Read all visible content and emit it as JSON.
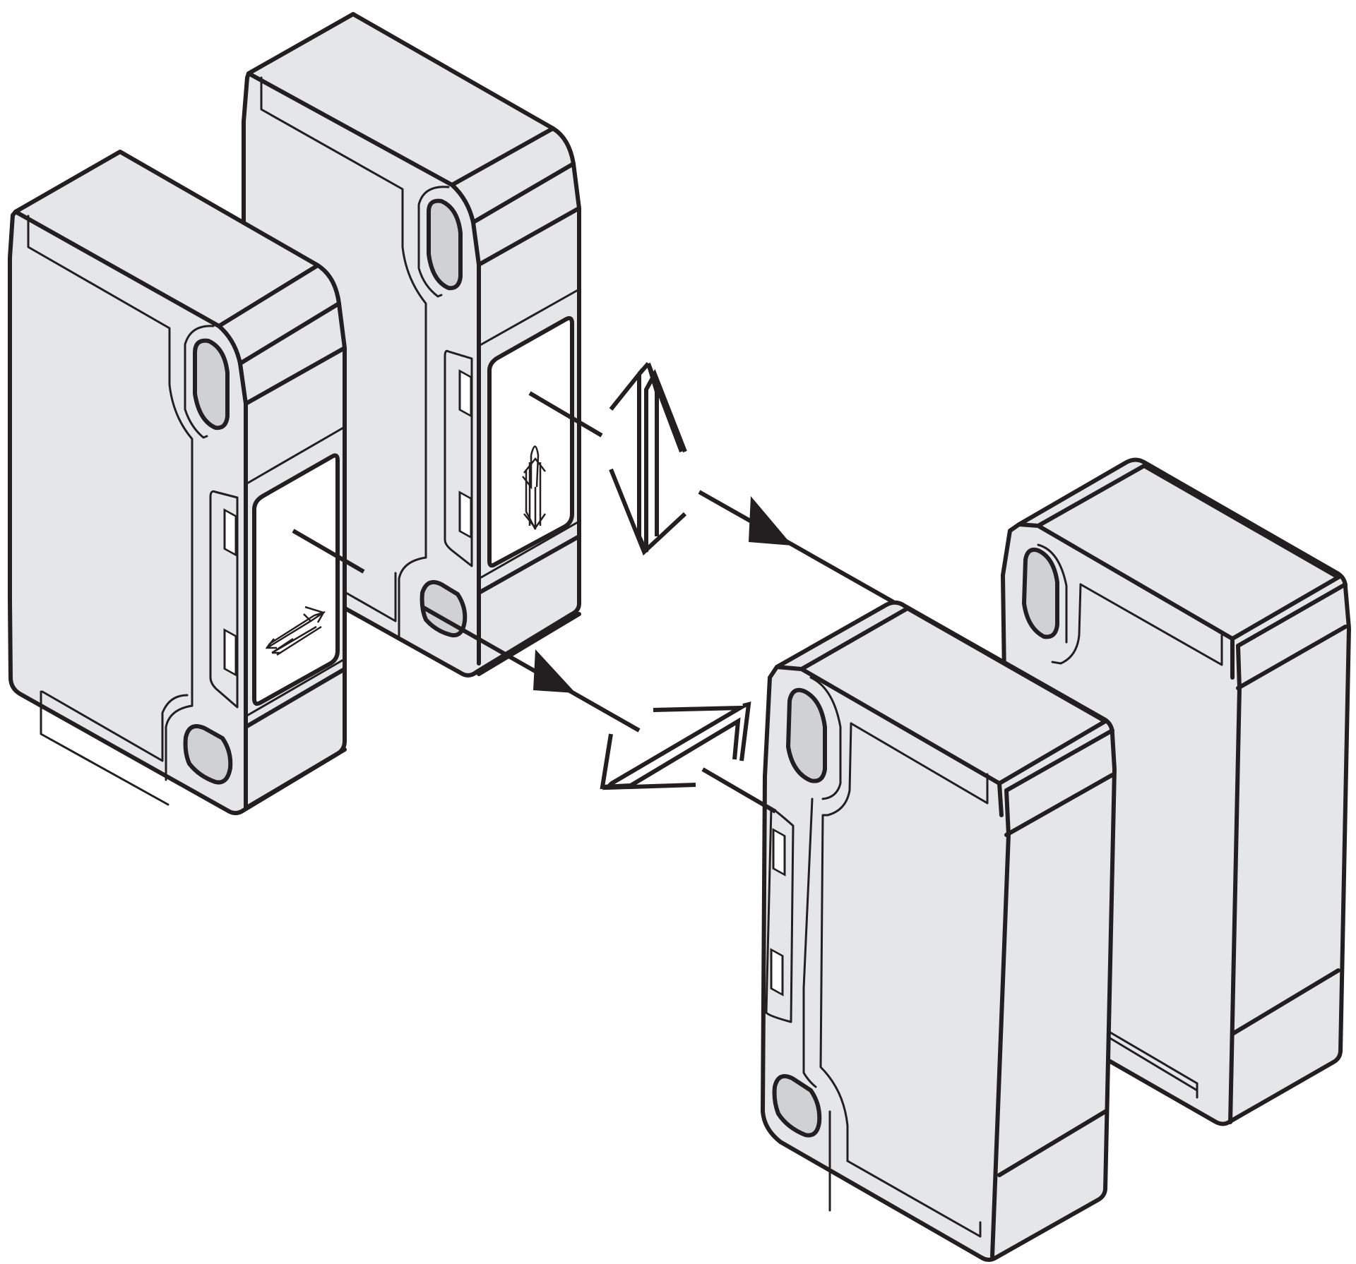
{
  "colors": {
    "body_fill": "#e5e6e7",
    "face_fill": "#ffffff",
    "line": "#231f20",
    "mount_hole": "#d0d1d2"
  },
  "components": [
    {
      "id": "sensor-left-front",
      "icon": "photoelectric-sensor",
      "indicator": "horizontal-polarization-icon"
    },
    {
      "id": "sensor-left-back",
      "icon": "photoelectric-sensor",
      "indicator": "vertical-polarization-icon"
    },
    {
      "id": "sensor-right-front",
      "icon": "photoelectric-sensor"
    },
    {
      "id": "sensor-right-back",
      "icon": "photoelectric-sensor"
    }
  ],
  "beams": [
    {
      "from": "sensor-left-back",
      "to": "sensor-right-back",
      "polarization": "vertical"
    },
    {
      "from": "sensor-left-front",
      "to": "sensor-right-front",
      "polarization": "horizontal"
    }
  ]
}
